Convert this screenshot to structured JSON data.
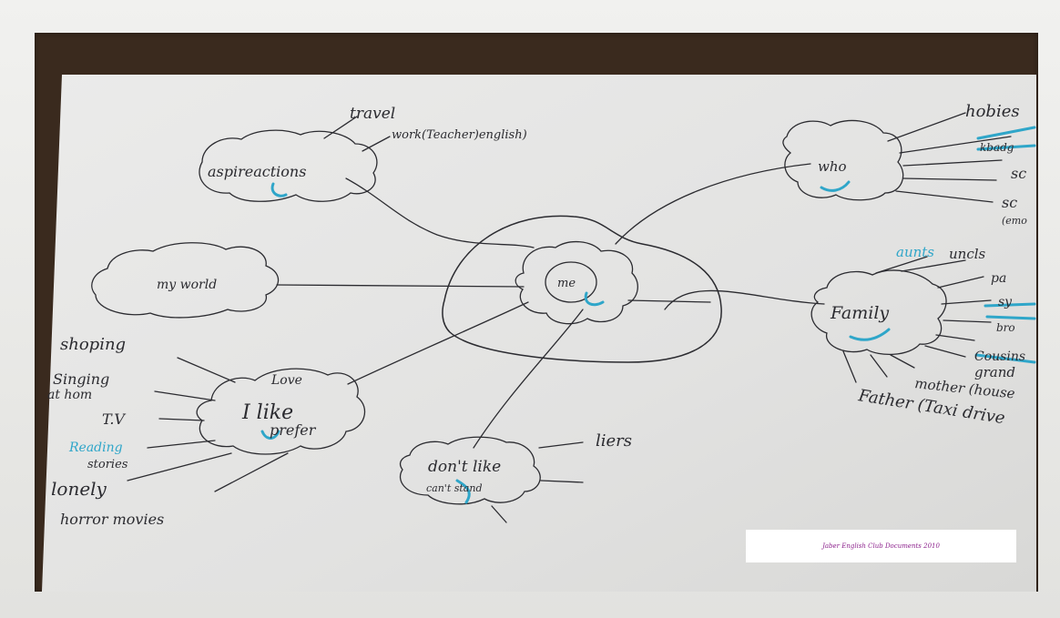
{
  "mind_map": {
    "center": "me",
    "aspirations": {
      "label": "aspireactions",
      "items": [
        "travel",
        "work(Teacher)english)"
      ]
    },
    "my_world": "my world",
    "who": {
      "label": "who",
      "items": [
        "hobies",
        "kbadg",
        "sc",
        "sc",
        "(emo"
      ]
    },
    "family": {
      "label": "Family",
      "items": [
        "aunts",
        "uncls",
        "pa",
        "sy",
        "bro",
        "Cousins",
        "grand",
        "mother (house",
        "Father (Taxi drive"
      ]
    },
    "likes": {
      "label": "I like",
      "extra": [
        "Love",
        "prefer"
      ],
      "items": [
        "shoping",
        "Singing",
        "at hom",
        "T.V",
        "Reading",
        "stories",
        "lonely",
        "horror movies"
      ]
    },
    "dislikes": {
      "label": "don't like",
      "extra": "can't stand",
      "items": [
        "liers"
      ]
    }
  },
  "credit": "Jaber English Club Documents 2010",
  "colors": {
    "paper": "#e4e4e2",
    "ink": "#2b2b30",
    "blue": "#2fa6c9",
    "table": "#3a2a1e"
  }
}
